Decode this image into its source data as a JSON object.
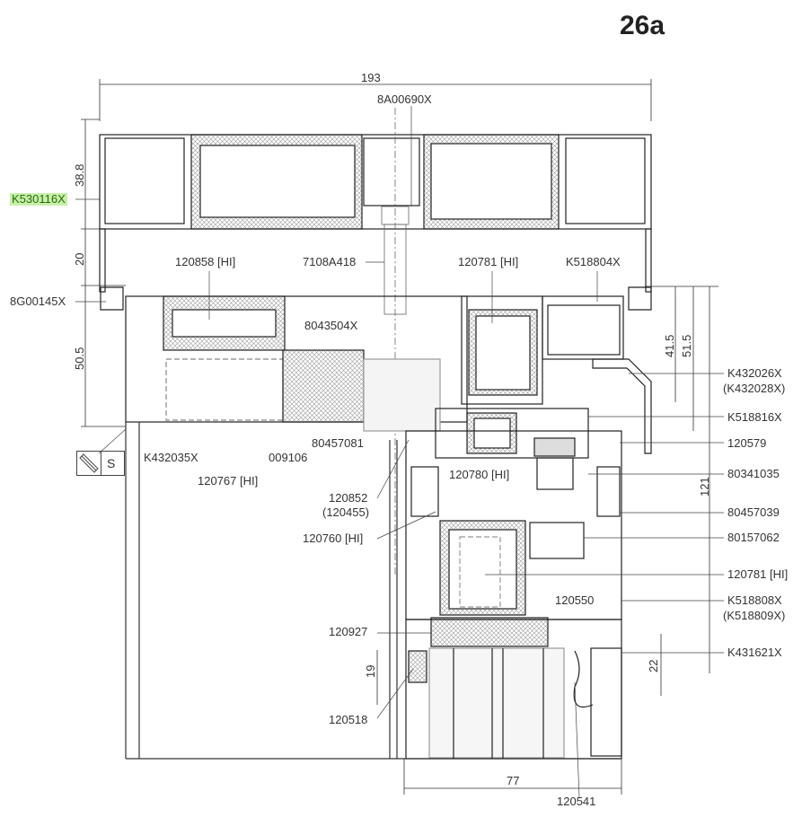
{
  "drawing": {
    "title": "26a",
    "highlight_color": "#c8f0a8",
    "section_symbol": "S",
    "dimensions": {
      "overall_width": "193",
      "top_frame_height": "38.8",
      "gap": "20",
      "sash_height": "50.5",
      "d41": "41.5",
      "d51": "51.5",
      "d121": "121",
      "d19": "19",
      "d22": "22",
      "d77": "77"
    },
    "labels": {
      "p8A00690X": "8A00690X",
      "K530116X": "K530116X",
      "p120858": "120858 [HI]",
      "p7108A418": "7108A418",
      "p120781a": "120781 [HI]",
      "K518804X": "K518804X",
      "p8G00145X": "8G00145X",
      "p8043504X": "8043504X",
      "K432026X": "K432026X",
      "K432028X": "(K432028X)",
      "K518816X": "K518816X",
      "p80457081": "80457081",
      "p120579": "120579",
      "K432035X": "K432035X",
      "p009106": "009106",
      "p120780": "120780 [HI]",
      "p80341035": "80341035",
      "p120767": "120767 [HI]",
      "p120852": "120852",
      "p120455": "(120455)",
      "p80457039": "80457039",
      "p120760": "120760 [HI]",
      "p80157062": "80157062",
      "p120781b": "120781 [HI]",
      "p120550": "120550",
      "K518808X": "K518808X",
      "K518809X": "(K518809X)",
      "p120927": "120927",
      "K431621X": "K431621X",
      "p120518": "120518",
      "p120541": "120541"
    }
  }
}
